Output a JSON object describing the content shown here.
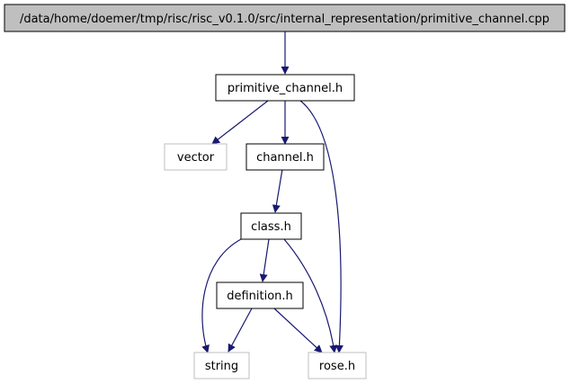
{
  "diagram": {
    "type": "include-dependency-graph",
    "colors": {
      "root_fill": "#bfbfbf",
      "node_border": "#000000",
      "external_border": "#bfbfbf",
      "edge": "#191970"
    },
    "nodes": [
      {
        "id": "root",
        "label": "/data/home/doemer/tmp/risc/risc_v0.1.0/src/internal_representation/primitive_channel.cpp",
        "kind": "root"
      },
      {
        "id": "primitive_channel_h",
        "label": "primitive_channel.h",
        "kind": "documented"
      },
      {
        "id": "vector",
        "label": "vector",
        "kind": "external"
      },
      {
        "id": "channel_h",
        "label": "channel.h",
        "kind": "documented"
      },
      {
        "id": "class_h",
        "label": "class.h",
        "kind": "documented"
      },
      {
        "id": "definition_h",
        "label": "definition.h",
        "kind": "documented"
      },
      {
        "id": "string",
        "label": "string",
        "kind": "external"
      },
      {
        "id": "rose_h",
        "label": "rose.h",
        "kind": "external"
      }
    ],
    "edges": [
      {
        "from": "root",
        "to": "primitive_channel_h"
      },
      {
        "from": "primitive_channel_h",
        "to": "vector"
      },
      {
        "from": "primitive_channel_h",
        "to": "channel_h"
      },
      {
        "from": "primitive_channel_h",
        "to": "rose_h"
      },
      {
        "from": "channel_h",
        "to": "class_h"
      },
      {
        "from": "class_h",
        "to": "definition_h"
      },
      {
        "from": "class_h",
        "to": "string"
      },
      {
        "from": "class_h",
        "to": "rose_h"
      },
      {
        "from": "definition_h",
        "to": "string"
      },
      {
        "from": "definition_h",
        "to": "rose_h"
      }
    ]
  }
}
